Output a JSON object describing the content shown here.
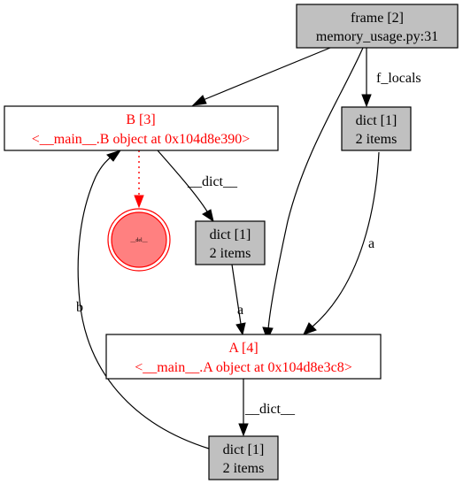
{
  "colors": {
    "object_label": "#ff0000",
    "text": "#000000",
    "box_fill_gray": "#c0c0c0",
    "box_fill_white": "#ffffff",
    "border": "#000000",
    "del_fill": "#ff8080",
    "del_stroke": "#ff0000"
  },
  "nodes": {
    "frame": {
      "title": "frame [2]",
      "subtitle": "memory_usage.py:31"
    },
    "dict_frame": {
      "title": "dict [1]",
      "subtitle": "2 items"
    },
    "obj_b": {
      "title": "B [3]",
      "subtitle": "<__main__.B object at 0x104d8e390>"
    },
    "del_node": {
      "label": "__del__"
    },
    "dict_b": {
      "title": "dict [1]",
      "subtitle": "2 items"
    },
    "obj_a": {
      "title": "A [4]",
      "subtitle": "<__main__.A object at 0x104d8e3c8>"
    },
    "dict_a": {
      "title": "dict [1]",
      "subtitle": "2 items"
    }
  },
  "edges": {
    "frame_to_dict": "f_locals",
    "b_to_dict": "__dict__",
    "dictframe_to_a": "a",
    "dictb_to_a": "a",
    "a_to_dict": "__dict__",
    "dicta_to_b": "b"
  }
}
